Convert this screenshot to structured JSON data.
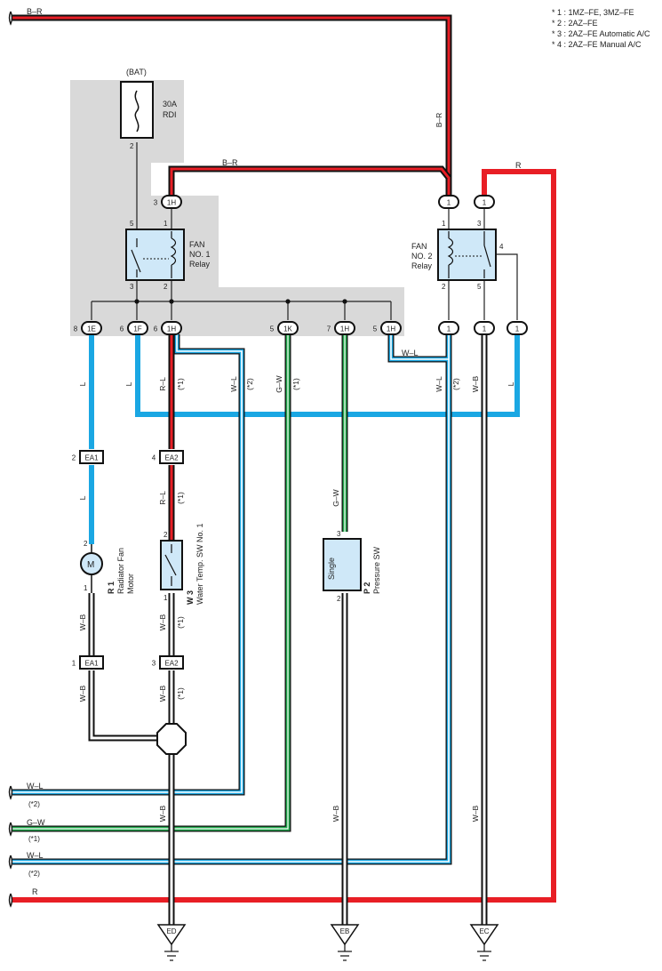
{
  "notes": [
    "* 1 : 1MZ–FE, 3MZ–FE",
    "* 2 : 2AZ–FE",
    "* 3 : 2AZ–FE Automatic A/C",
    "* 4 : 2AZ–FE Manual A/C"
  ],
  "colors": {
    "red": "#e81e25",
    "blue": "#1aa7e3",
    "green": "#1fa84a",
    "box_fill": "#cfe8f8",
    "shade": "#d9d9d9"
  },
  "fuse": {
    "top_label": "(BAT)",
    "rating": "30A",
    "name": "RDI",
    "pin": "2"
  },
  "relay1": {
    "line1": "FAN",
    "line2": "NO. 1",
    "line3": "Relay",
    "pins": {
      "p1": "1",
      "p5": "5",
      "p3": "3",
      "p2": "2"
    }
  },
  "relay2": {
    "line1": "FAN",
    "line2": "NO. 2",
    "line3": "Relay",
    "pins": {
      "p1": "1",
      "p3": "3",
      "p4": "4",
      "p2": "2",
      "p5": "5"
    }
  },
  "connectors_top": [
    {
      "pin": "3",
      "id": "1H"
    },
    {
      "pin": "",
      "id": "1"
    },
    {
      "pin": "",
      "id": "1"
    }
  ],
  "connectors_mid": [
    {
      "pin": "8",
      "id": "1E"
    },
    {
      "pin": "6",
      "id": "1F"
    },
    {
      "pin": "6",
      "id": "1H"
    },
    {
      "pin": "5",
      "id": "1K"
    },
    {
      "pin": "7",
      "id": "1H"
    },
    {
      "pin": "5",
      "id": "1H"
    },
    {
      "pin": "",
      "id": "1"
    },
    {
      "pin": "",
      "id": "1"
    },
    {
      "pin": "",
      "id": "1"
    }
  ],
  "ea": [
    {
      "pin": "2",
      "id": "EA1"
    },
    {
      "pin": "4",
      "id": "EA2"
    },
    {
      "pin": "1",
      "id": "EA1"
    },
    {
      "pin": "3",
      "id": "EA2"
    }
  ],
  "motor": {
    "symbol": "M",
    "code": "R 1",
    "line1": "Radiator Fan",
    "line2": "Motor",
    "pin_top": "2",
    "pin_bottom": "1"
  },
  "water_sw": {
    "code": "W 3",
    "line1": "Water Temp.  SW No. 1",
    "pin_top": "2",
    "pin_bottom": "1"
  },
  "pressure_sw": {
    "code": "P 2",
    "line1": "Pressure SW",
    "inner": "Single",
    "pin_top": "3",
    "pin_bottom": "2"
  },
  "grounds": [
    "ED",
    "EB",
    "EC"
  ],
  "wire_labels": {
    "br": "B–R",
    "r": "R",
    "l": "L",
    "rl": "R–L",
    "wl": "W–L",
    "gw": "G–W",
    "wb": "W–B",
    "n1": "(*1)",
    "n2": "(*2)"
  },
  "left_edge": [
    {
      "color": "B–R",
      "note": ""
    },
    {
      "color": "W–L",
      "note": "(*2)"
    },
    {
      "color": "G–W",
      "note": "(*1)"
    },
    {
      "color": "W–L",
      "note": "(*2)"
    },
    {
      "color": "R",
      "note": ""
    }
  ]
}
